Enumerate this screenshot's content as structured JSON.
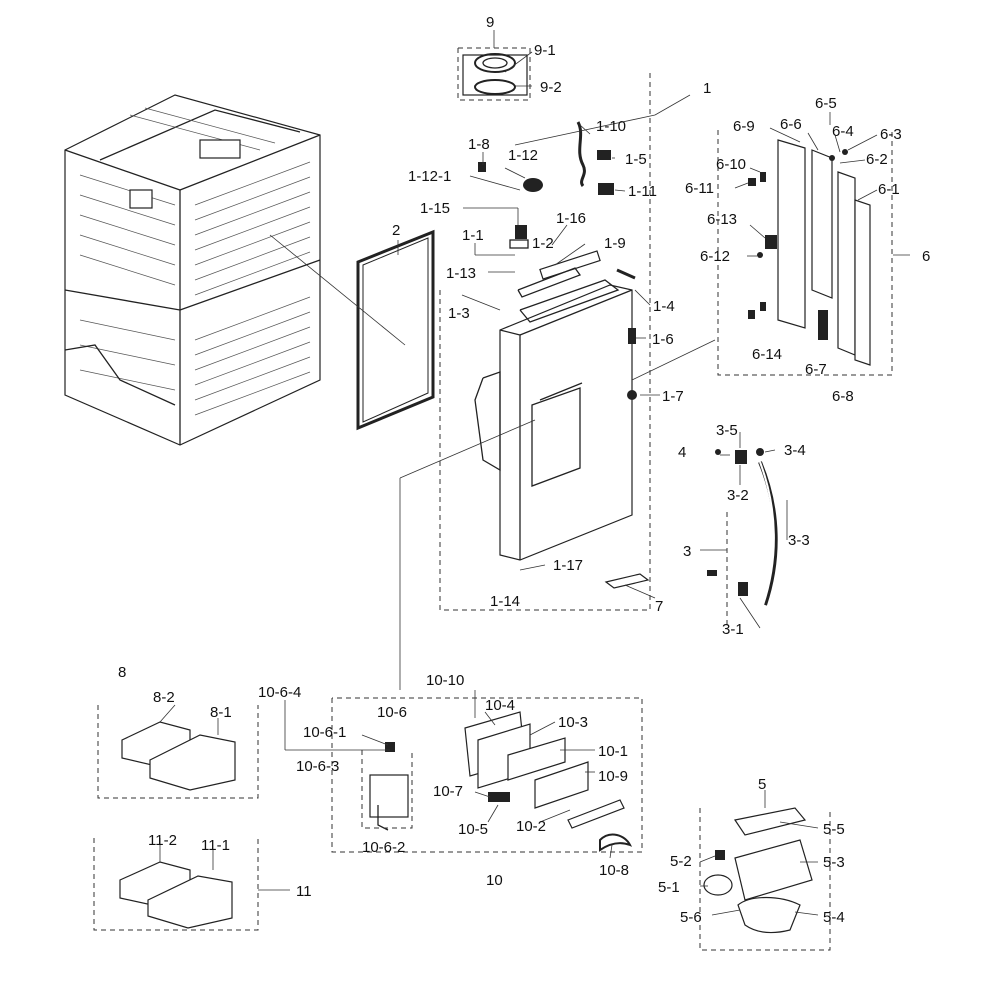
{
  "labels": {
    "l_9": "9",
    "l_9_1": "9-1",
    "l_9_2": "9-2",
    "l_1": "1",
    "l_1_10": "1-10",
    "l_1_8": "1-8",
    "l_1_5": "1-5",
    "l_1_12_1": "1-12-1",
    "l_1_12": "1-12",
    "l_1_11": "1-11",
    "l_1_15": "1-15",
    "l_1_16": "1-16",
    "l_1_1": "1-1",
    "l_1_2": "1-2",
    "l_1_9": "1-9",
    "l_1_13": "1-13",
    "l_1_4": "1-4",
    "l_1_3": "1-3",
    "l_1_6": "1-6",
    "l_1_7": "1-7",
    "l_1_17": "1-17",
    "l_1_14": "1-14",
    "l_2": "2",
    "l_6_9": "6-9",
    "l_6_6": "6-6",
    "l_6_5": "6-5",
    "l_6_4": "6-4",
    "l_6_3": "6-3",
    "l_6_2": "6-2",
    "l_6_10": "6-10",
    "l_6_11": "6-11",
    "l_6_1": "6-1",
    "l_6_13": "6-13",
    "l_6_12": "6-12",
    "l_6": "6",
    "l_6_14": "6-14",
    "l_6_7": "6-7",
    "l_6_8": "6-8",
    "l_3_5": "3-5",
    "l_4": "4",
    "l_3_4": "3-4",
    "l_3_2": "3-2",
    "l_3": "3",
    "l_3_3": "3-3",
    "l_3_1": "3-1",
    "l_7": "7",
    "l_8": "8",
    "l_8_2": "8-2",
    "l_8_1": "8-1",
    "l_10_6_4": "10-6-4",
    "l_10_6": "10-6",
    "l_10_6_1": "10-6-1",
    "l_10_6_3": "10-6-3",
    "l_10_6_2": "10-6-2",
    "l_10_10": "10-10",
    "l_10_4": "10-4",
    "l_10_3": "10-3",
    "l_10_1": "10-1",
    "l_10_9": "10-9",
    "l_10_7": "10-7",
    "l_10_5": "10-5",
    "l_10_2": "10-2",
    "l_10": "10",
    "l_10_8": "10-8",
    "l_11_2": "11-2",
    "l_11_1": "11-1",
    "l_11": "11",
    "l_5": "5",
    "l_5_5": "5-5",
    "l_5_2": "5-2",
    "l_5_3": "5-3",
    "l_5_1": "5-1",
    "l_5_6": "5-6",
    "l_5_4": "5-4"
  }
}
